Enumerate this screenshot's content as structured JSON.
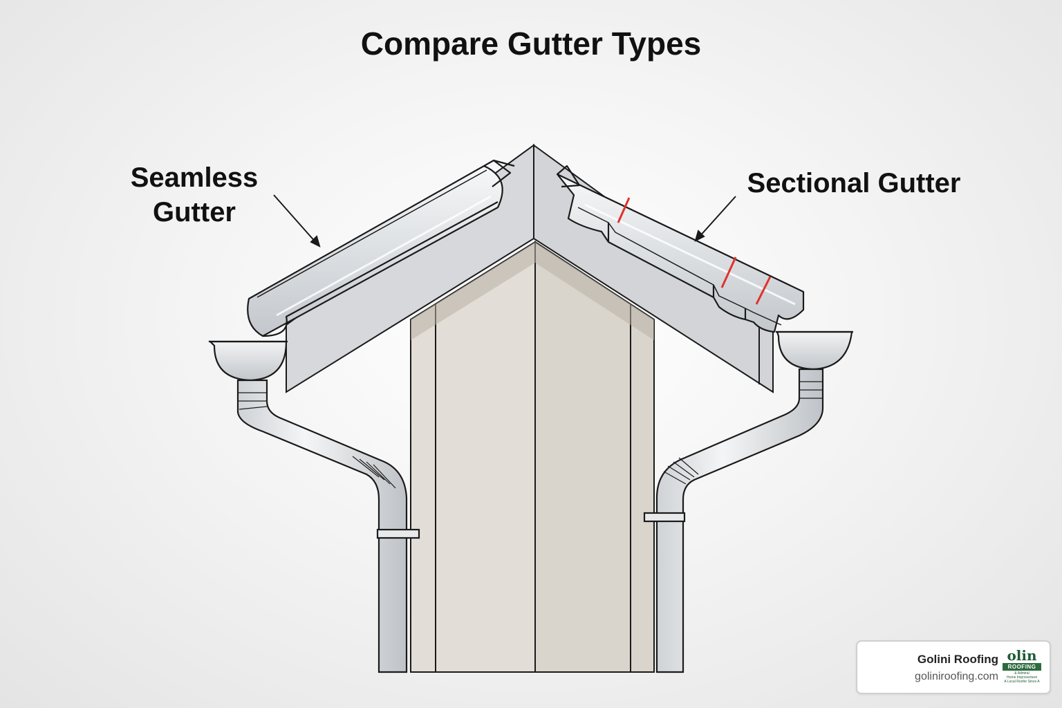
{
  "title": "Compare Gutter Types",
  "labels": {
    "seamless_line1": "Seamless",
    "seamless_line2": "Gutter",
    "sectional": "Sectional Gutter"
  },
  "brand": {
    "name": "Golini Roofing",
    "url": "goliniroofing.com",
    "logo_top": "olin",
    "logo_band": "ROOFING",
    "logo_small1": "& Admiral",
    "logo_small2": "Home Improvement",
    "logo_small3": "A Local Roofer Since A"
  },
  "colors": {
    "stroke": "#1a1a1a",
    "metal": "#e6e8ea",
    "fascia": "#d8d9dc",
    "wall": "#ddd8d1",
    "seam_mark": "#e0322c"
  }
}
